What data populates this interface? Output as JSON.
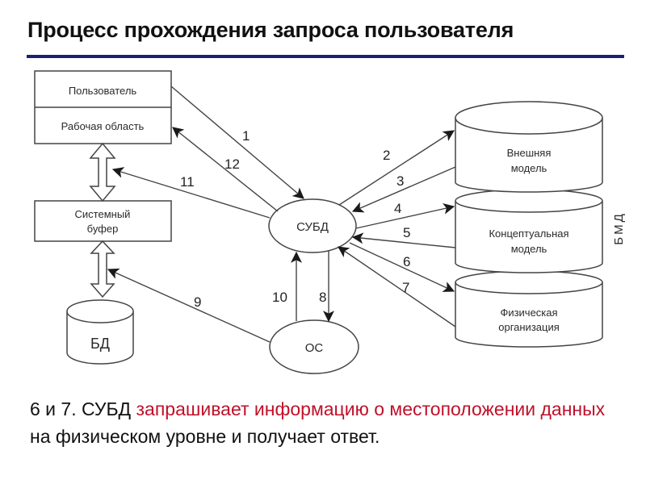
{
  "title": "Процесс прохождения запроса пользователя",
  "colors": {
    "rule": "#1b1f7a",
    "highlight": "#c0102a",
    "line": "#444444"
  },
  "boxes": {
    "user": "Пользователь",
    "workspace": "Рабочая область",
    "buffer_line1": "Системный",
    "buffer_line2": "буфер",
    "db": "БД",
    "dbms": "СУБД",
    "os": "ОС"
  },
  "layers": {
    "external_line1": "Внешняя",
    "external_line2": "модель",
    "conceptual_line1": "Концептуальная",
    "conceptual_line2": "модель",
    "physical_line1": "Физическая",
    "physical_line2": "организация",
    "side_label": "БМД"
  },
  "arrows": [
    {
      "label": "1",
      "from": "Пользователь",
      "to": "СУБД"
    },
    {
      "label": "2",
      "from": "СУБД",
      "to": "Внешняя модель"
    },
    {
      "label": "3",
      "from": "Внешняя модель",
      "to": "СУБД"
    },
    {
      "label": "4",
      "from": "СУБД",
      "to": "Концептуальная модель"
    },
    {
      "label": "5",
      "from": "Концептуальная модель",
      "to": "СУБД"
    },
    {
      "label": "6",
      "from": "СУБД",
      "to": "Физическая организация"
    },
    {
      "label": "7",
      "from": "Физическая организация",
      "to": "СУБД"
    },
    {
      "label": "8",
      "from": "СУБД",
      "to": "ОС"
    },
    {
      "label": "9",
      "from": "ОС",
      "to": "Системный буфер"
    },
    {
      "label": "10",
      "from": "ОС",
      "to": "СУБД"
    },
    {
      "label": "11",
      "from": "СУБД",
      "to": "Системный буфер"
    },
    {
      "label": "12",
      "from": "СУБД",
      "to": "Рабочая область"
    }
  ],
  "caption": {
    "part1": "6 и 7. СУБД ",
    "part2": "запрашивает информацию о местоположении данных",
    "part3": " на физическом уровне и получает ответ."
  }
}
